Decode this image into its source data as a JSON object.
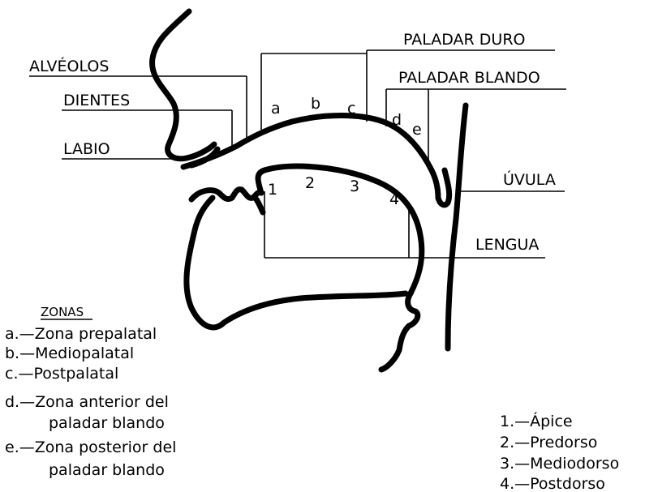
{
  "labels": {
    "paladar_duro": "PALADAR DURO",
    "paladar_blando": "PALADAR BLANDO",
    "alveolos": "ALVÉOLOS",
    "dientes": "DIENTES",
    "labio": "LABIO",
    "uvula": "ÚVULA",
    "lengua": "LENGUA"
  },
  "palate_zones": [
    "a",
    "b",
    "c",
    "d",
    "e"
  ],
  "tongue_zones": [
    "1",
    "2",
    "3",
    "4"
  ],
  "zonas_legend": {
    "title": "ZONAS",
    "items": [
      "a.—Zona prepalatal",
      "b.—Mediopalatal",
      "c.—Postpalatal",
      "d.—Zona anterior del",
      "paladar blando",
      "e.—Zona posterior del",
      "paladar blando"
    ]
  },
  "tongue_legend": {
    "items": [
      "1.—Ápice",
      "2.—Predorso",
      "3.—Mediodorso",
      "4.—Postdorso"
    ]
  }
}
